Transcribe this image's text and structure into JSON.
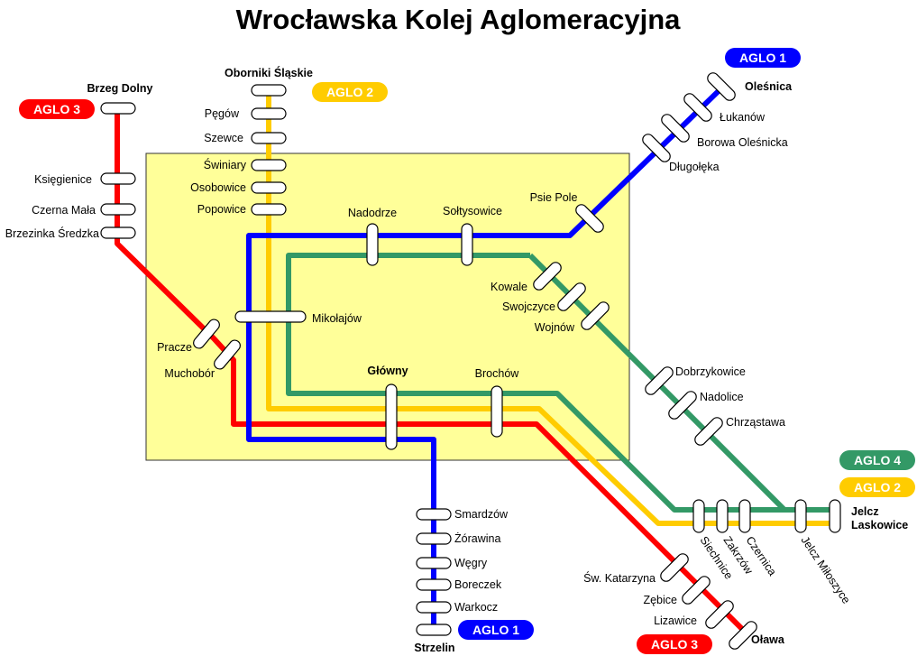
{
  "title": "Wrocławska Kolej Aglomeracyjna",
  "colors": {
    "aglo1": "#0000ff",
    "aglo2": "#ffcc00",
    "aglo3": "#ff0000",
    "aglo4": "#339966",
    "city_area": "#ffff99",
    "badge_aglo2": "#ffcc00",
    "badge_aglo4": "#339966"
  },
  "badges": {
    "aglo1_top": "AGLO 1",
    "aglo2_top": "AGLO 2",
    "aglo3_top": "AGLO 3",
    "aglo4_right": "AGLO 4",
    "aglo2_right": "AGLO 2",
    "aglo1_bottom": "AGLO 1",
    "aglo3_bottom": "AGLO 3"
  },
  "stations": {
    "oborniki": "Oborniki Śląskie",
    "pegow": "Pęgów",
    "szewce": "Szewce",
    "swiniary": "Świniary",
    "osobowice": "Osobowice",
    "popowice": "Popowice",
    "brzeg_dolny": "Brzeg Dolny",
    "ksiegienice": "Księgienice",
    "czerna_mala": "Czerna Mała",
    "brzezinka": "Brzezinka Średzka",
    "pracze": "Pracze",
    "muchobor": "Muchobór",
    "mikolajow": "Mikołajów",
    "nadodrze": "Nadodrze",
    "soltysowice": "Sołtysowice",
    "psie_pole": "Psie Pole",
    "olesnica": "Oleśnica",
    "lukanow": "Łukanów",
    "borowa": "Borowa Oleśnicka",
    "dlugoleka": "Długołęka",
    "kowale": "Kowale",
    "swojczyce": "Swojczyce",
    "wojnow": "Wojnów",
    "glowny": "Główny",
    "brochow": "Brochów",
    "dobrzykowice": "Dobrzykowice",
    "nadolice": "Nadolice",
    "chrzastawa": "Chrząstawa",
    "jelcz_1": "Jelcz",
    "jelcz_2": "Laskowice",
    "siechnice": "Siechnice",
    "zakrzow": "Zakrzów",
    "czernica": "Czernica",
    "jelcz_miloszyce": "Jelcz Miłoszyce",
    "smardzow": "Smardzów",
    "zorawina": "Żórawina",
    "wegry": "Węgry",
    "boreczek": "Boreczek",
    "warkocz": "Warkocz",
    "strzelin": "Strzelin",
    "sw_katarzyna": "Św. Katarzyna",
    "ziebice": "Zębice",
    "lizawice": "Lizawice",
    "olawa": "Oława"
  }
}
